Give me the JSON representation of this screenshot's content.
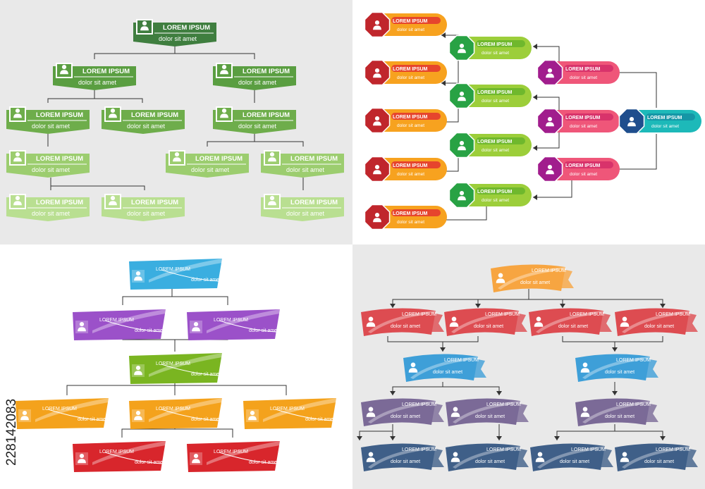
{
  "box_title": "LOREM IPSUM",
  "box_subtitle": "dolor sit amet",
  "stock_id": "228142083",
  "colors": {
    "q1_levels": [
      "#3f7e3f",
      "#5a9e41",
      "#6ead4b",
      "#9ccd6f",
      "#b9df91"
    ],
    "q2_orange": "#f7a21f",
    "q2_red_hex": "#c0262c",
    "q2_green_pill": "#9cce3a",
    "q2_green_hex": "#28a244",
    "q2_pink_pill": "#ef5679",
    "q2_purple_hex": "#a11d8d",
    "q2_teal_pill": "#1db9b9",
    "q2_navy_hex": "#1f4e8d",
    "q3_blue": "#3aaee0",
    "q3_purple": "#9b51c9",
    "q3_green": "#7ab521",
    "q3_orange": "#f4a21c",
    "q3_red": "#d8262c",
    "q4_orange": "#f7a541",
    "q4_red": "#dd4c51",
    "q4_blue": "#3e9fd8",
    "q4_purple": "#7b6a97",
    "q4_navy": "#3f5f88"
  }
}
